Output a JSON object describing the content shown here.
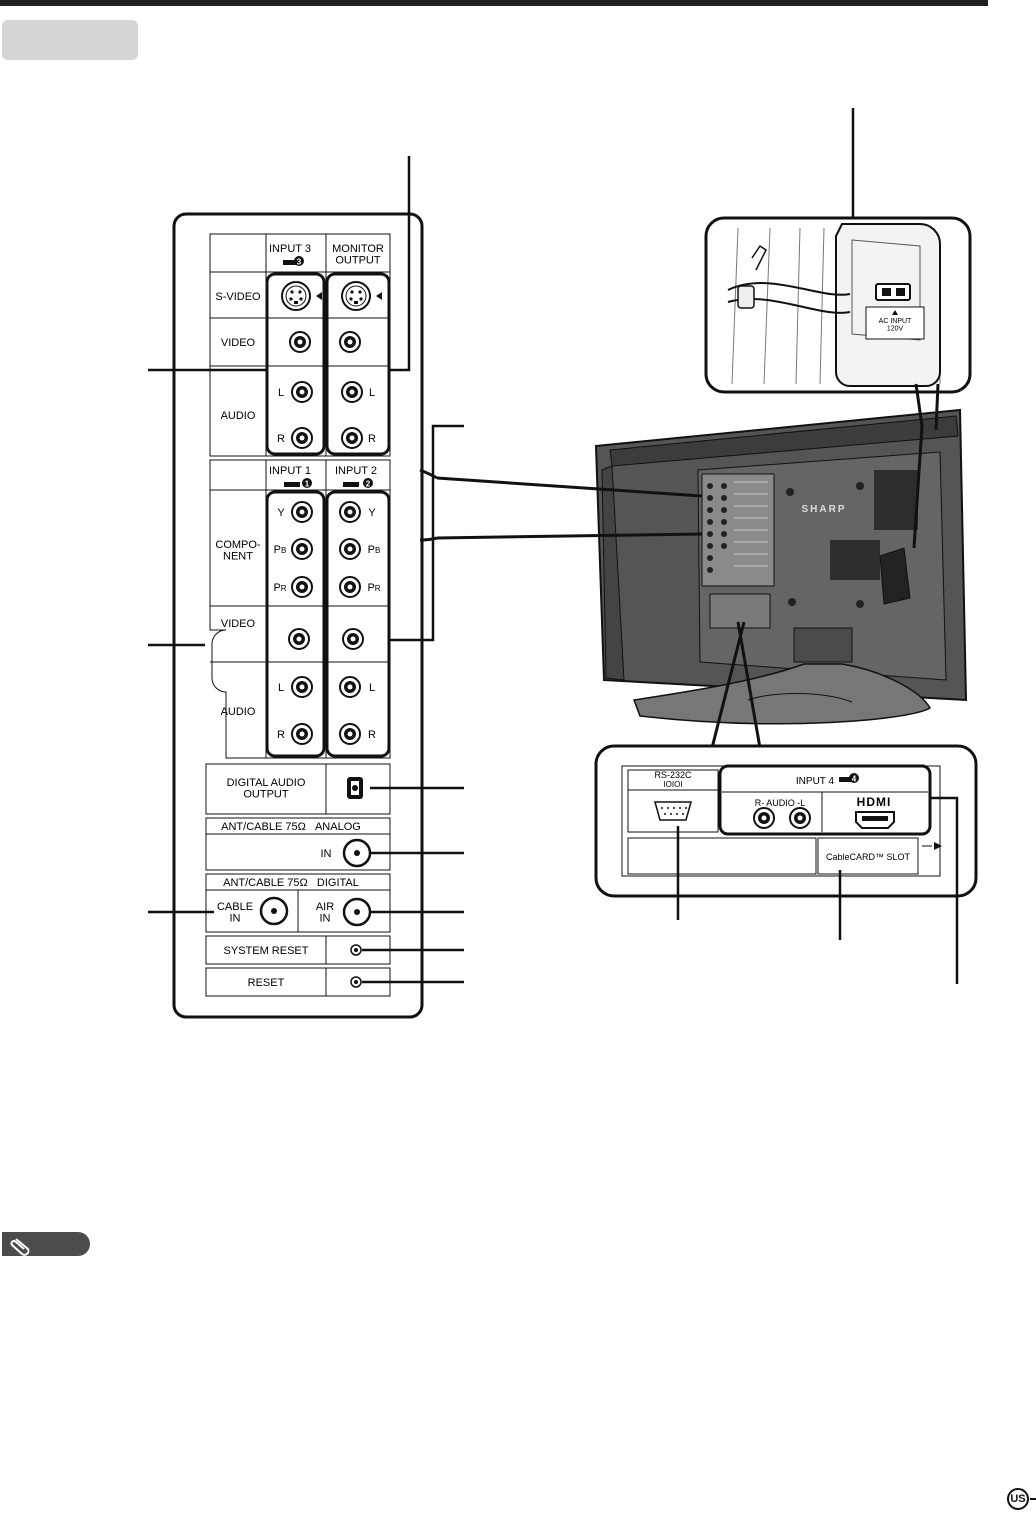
{
  "left_panel": {
    "input3_label": "INPUT 3",
    "monitor_output_label": "MONITOR\nOUTPUT",
    "svideo_label": "S-VIDEO",
    "video_label": "VIDEO",
    "audio_label": "AUDIO",
    "input1_label": "INPUT 1",
    "input2_label": "INPUT 2",
    "component_label": "COMPO-\nNENT",
    "y_label": "Y",
    "pb_label": "PB",
    "pr_label": "PR",
    "l_label": "L",
    "r_label": "R",
    "digital_audio_label": "DIGITAL AUDIO\nOUTPUT",
    "ant_analog_label": "ANT/CABLE 75Ω   ANALOG",
    "in_label": "IN",
    "ant_digital_label": "ANT/CABLE 75Ω   DIGITAL",
    "cable_in_label": "CABLE\nIN",
    "air_in_label": "AIR\nIN",
    "system_reset_label": "SYSTEM RESET",
    "reset_label": "RESET",
    "badge_3": "3",
    "badge_1": "1",
    "badge_2": "2"
  },
  "power_inset": {
    "ac_input_label": "AC INPUT\n120V"
  },
  "tv": {
    "brand": "SHARP"
  },
  "bottom_panel": {
    "rs232c_label": "RS-232C",
    "rs232c_sub": "IOIOI",
    "input4_label": "INPUT 4",
    "badge_4": "4",
    "audio_lr_label": "R- AUDIO -L",
    "hdmi_label": "HDMI",
    "cablecard_label": "CableCARD™ SLOT"
  },
  "footer": {
    "region_badge": "US"
  }
}
